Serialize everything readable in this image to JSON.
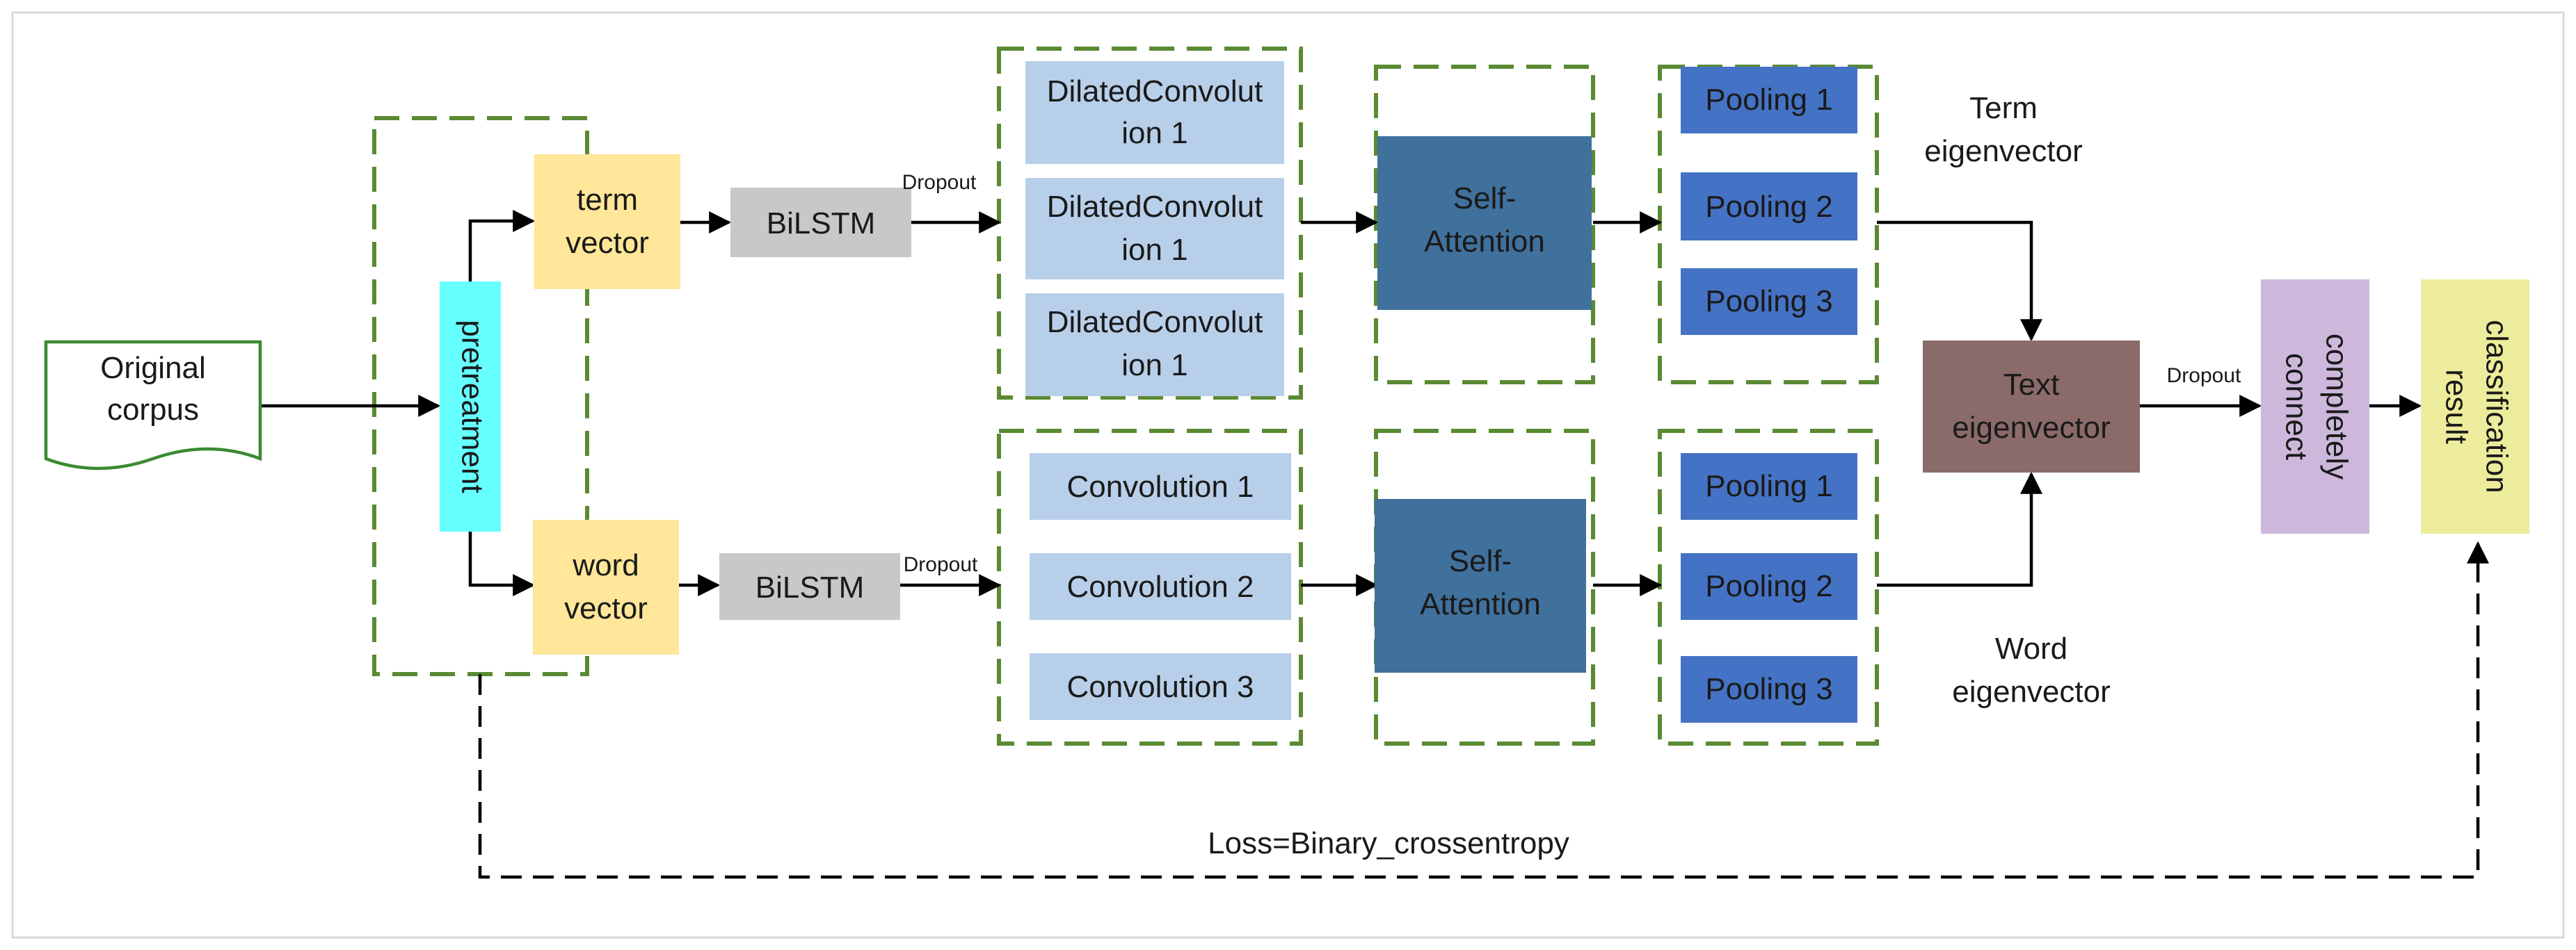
{
  "corpus": {
    "line1": "Original",
    "line2": "corpus"
  },
  "pretreatment": "pretreatment",
  "term_vector": {
    "line1": "term",
    "line2": "vector"
  },
  "word_vector": {
    "line1": "word",
    "line2": "vector"
  },
  "bilstm": [
    "BiLSTM",
    "BiLSTM"
  ],
  "dropout": [
    "Dropout",
    "Dropout",
    "Dropout"
  ],
  "dilated_convs": [
    {
      "line1": "DilatedConvolut",
      "line2": "ion 1"
    },
    {
      "line1": "DilatedConvolut",
      "line2": "ion 1"
    },
    {
      "line1": "DilatedConvolut",
      "line2": "ion 1"
    }
  ],
  "convs": [
    "Convolution 1",
    "Convolution 2",
    "Convolution 3"
  ],
  "self_attention": [
    {
      "line1": "Self-",
      "line2": "Attention"
    },
    {
      "line1": "Self-",
      "line2": "Attention"
    }
  ],
  "pooling_top": [
    "Pooling 1",
    "Pooling 2",
    "Pooling 3"
  ],
  "pooling_bottom": [
    "Pooling 1",
    "Pooling 2",
    "Pooling 3"
  ],
  "term_eigen": {
    "line1": "Term",
    "line2": "eigenvector"
  },
  "word_eigen": {
    "line1": "Word",
    "line2": "eigenvector"
  },
  "text_eigen": {
    "line1": "Text",
    "line2": "eigenvector"
  },
  "completely_connect": {
    "line1": "completely",
    "line2": "connect"
  },
  "classification_result": {
    "line1": "classification",
    "line2": "result"
  },
  "loss": "Loss=Binary_crossentropy",
  "colors": {
    "group_border": "#5a8a32",
    "corpus_border": "#3a8a30",
    "pretreatment": "#66ffff",
    "vector": "#ffe699",
    "bilstm": "#c8c8c8",
    "conv": "#b8cfe9",
    "self_attention": "#40709c",
    "pooling": "#4472c4",
    "text_eigen": "#8b6a6a",
    "completely_connect": "#cdb8dc",
    "classification": "#ecec9c"
  }
}
